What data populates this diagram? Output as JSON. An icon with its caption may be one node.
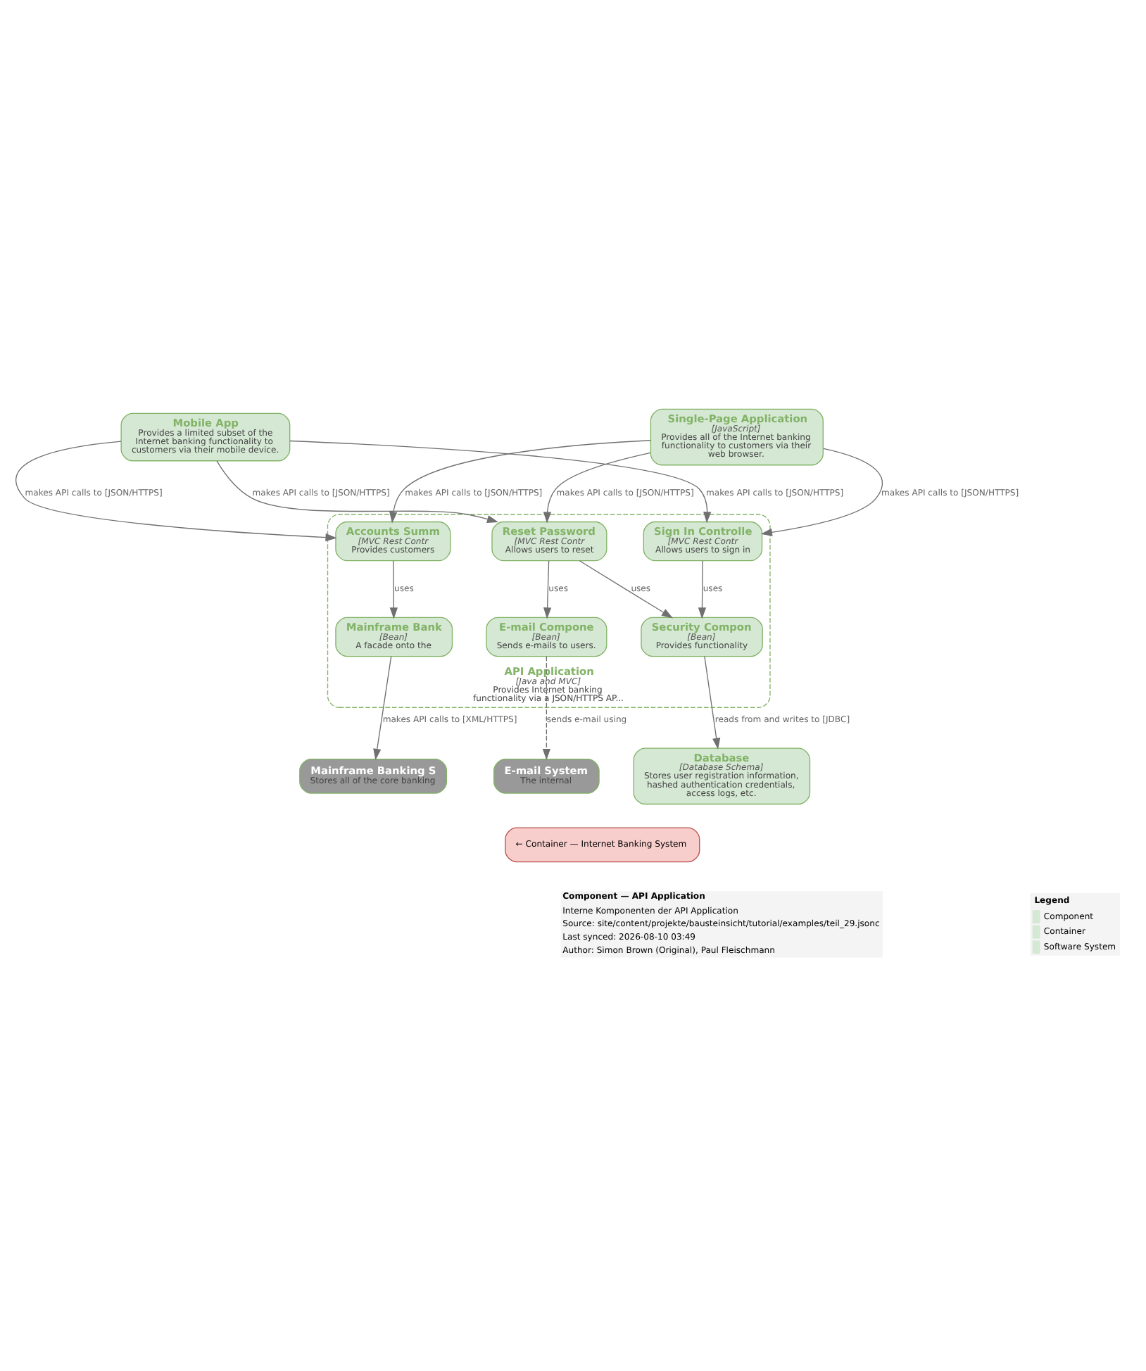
{
  "diagram": {
    "nodes": [
      {
        "text": [
          "← Container — Internet Banking System"
        ]
      },
      {
        "text": [
          "API Application",
          "[Java and MVC]",
          "Provides Internet banking functionality via a JSON/HTTPS AP..."
        ]
      },
      {
        "text": [
          "Accounts Summ",
          "[MVC Rest Contr",
          "Provides customers"
        ],
        "in": 1
      },
      {
        "text": [
          "E-mail Compone",
          "[Bean]",
          "Sends e-mails to users."
        ],
        "in": 1
      },
      {
        "text": [
          "Mainframe Bank",
          "[Bean]",
          "A facade onto the"
        ],
        "in": 1
      },
      {
        "text": [
          "Reset Password",
          "[MVC Rest Contr",
          "Allows users to reset"
        ],
        "in": 1
      },
      {
        "text": [
          "Security Compon",
          "[Bean]",
          "Provides functionality"
        ],
        "in": 1
      },
      {
        "text": [
          "Sign In Controlle",
          "[MVC Rest Contr",
          "Allows users to sign in"
        ],
        "in": 1
      },
      {
        "text": [
          "E-mail System",
          "The internal"
        ]
      },
      {
        "text": [
          "Mainframe Banking S",
          "Stores all of the core banking"
        ]
      },
      {
        "text": [
          "Database",
          "[Database Schema]",
          "Stores user registration information, hashed authentication credentials, access logs, etc."
        ]
      },
      {
        "text": [
          "Mobile App",
          "Provides a limited subset of the Internet banking functionality to customers via their mobile device."
        ]
      },
      {
        "text": [
          "Single-Page Application",
          "[JavaScript]",
          "Provides all of the Internet banking functionality to customers via their web browser."
        ]
      }
    ],
    "edges": [
      {
        "from": 2,
        "to": 4,
        "arrow": "to",
        "label": "uses"
      },
      {
        "from": 5,
        "to": 6,
        "arrow": "to",
        "label": "uses"
      },
      {
        "from": 5,
        "to": 3,
        "arrow": "to",
        "label": "uses"
      },
      {
        "from": 7,
        "to": 6,
        "arrow": "to",
        "label": "uses"
      },
      {
        "from": 6,
        "to": 10,
        "arrow": "to",
        "label": "reads from and writes to [JDBC]"
      },
      {
        "from": 3,
        "to": 8,
        "arrow": "to",
        "label": "sends e-mail using",
        "style": "dashed"
      },
      {
        "from": 4,
        "to": 9,
        "arrow": "to",
        "label": "makes API calls to [XML/HTTPS]"
      },
      {
        "from": 12,
        "to": 2,
        "arrow": "to",
        "label": "makes API calls to [JSON/HTTPS]"
      },
      {
        "from": 12,
        "to": 7,
        "arrow": "to",
        "label": "makes API calls to [JSON/HTTPS]"
      },
      {
        "from": 12,
        "to": 5,
        "arrow": "to",
        "label": "makes API calls to [JSON/HTTPS]"
      },
      {
        "from": 11,
        "to": 2,
        "arrow": "to",
        "label": "makes API calls to [JSON/HTTPS]"
      },
      {
        "from": 11,
        "to": 7,
        "arrow": "to",
        "label": "makes API calls to [JSON/HTTPS]"
      },
      {
        "from": 11,
        "to": 5,
        "arrow": "to",
        "label": "makes API calls to [JSON/HTTPS]"
      }
    ],
    "labels": [
      "Component — API Application",
      "Interne Komponenten der API Application",
      "Source: site/content/projekte/bausteinsicht/tutorial/examples/teil_29.jsonc",
      "Last synced: 2026-08-10 03:49",
      "Author: Simon Brown (Original), Paul Fleischmann",
      "Legend"
    ],
    "legend": [
      {
        "text": "Component",
        "color": "#d5e8d4"
      },
      {
        "text": "Container",
        "color": "#d5e8d4"
      },
      {
        "text": "Software System",
        "color": "#d5e8d4"
      }
    ]
  }
}
